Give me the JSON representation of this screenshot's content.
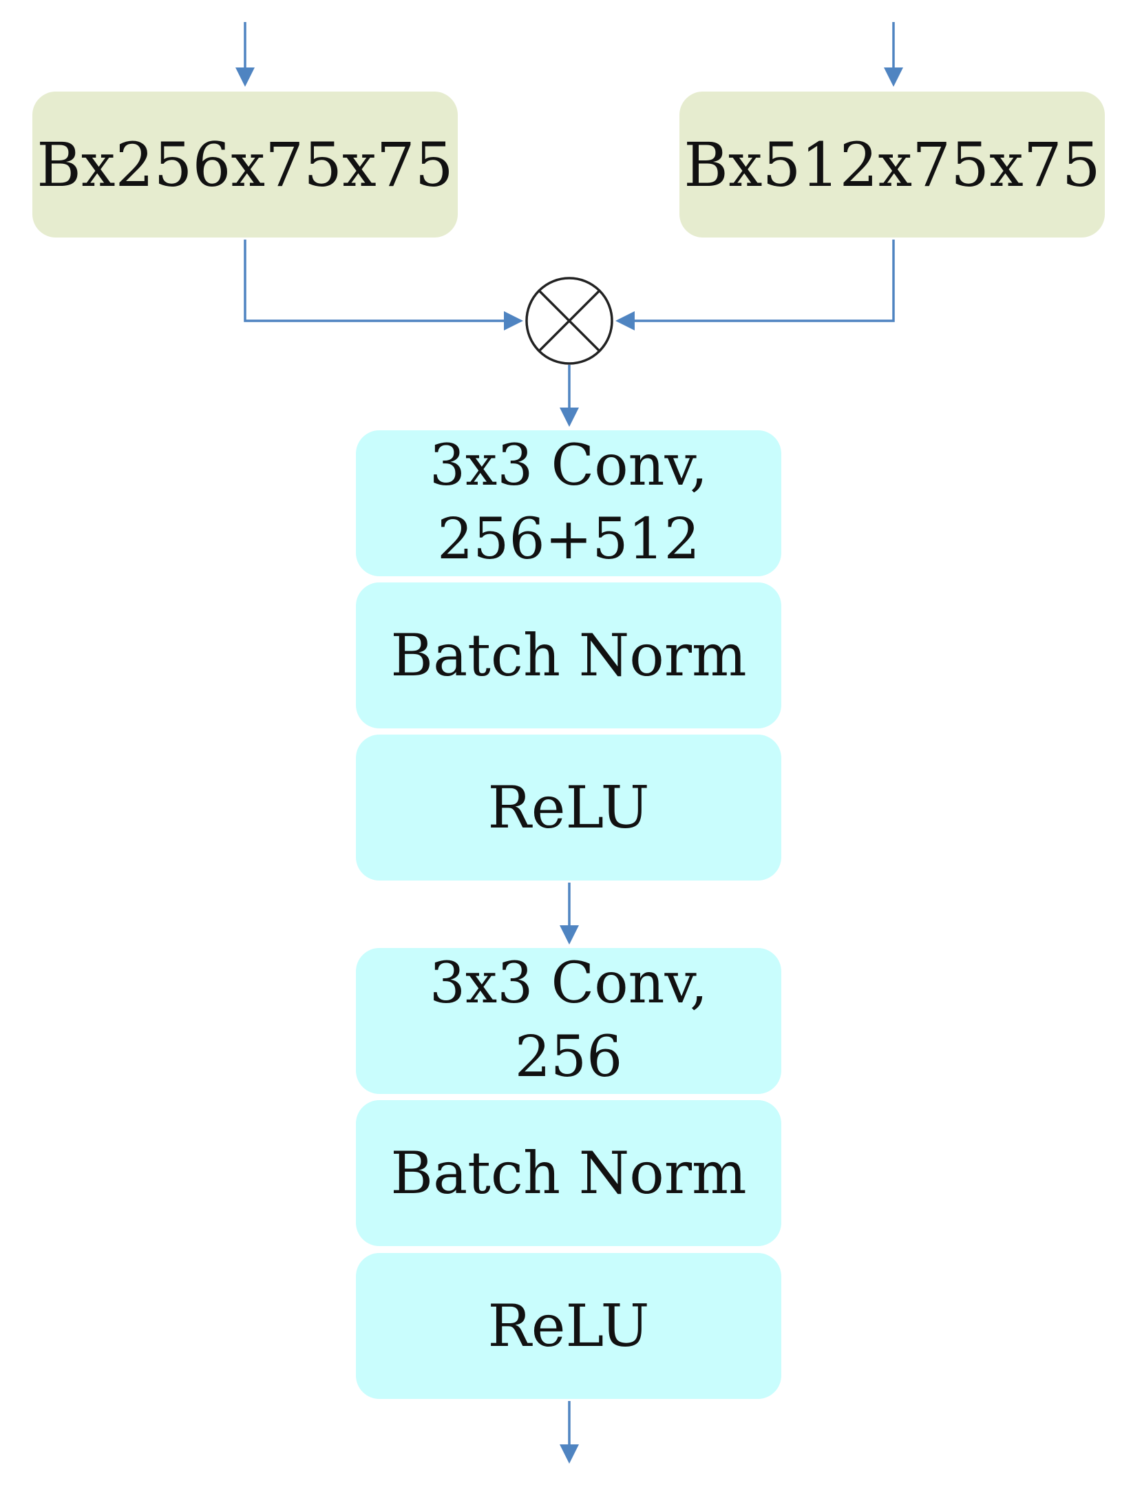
{
  "colors": {
    "tensor_fill": "#e6eccf",
    "layer_fill": "#c9fdfd",
    "arrow": "#4f84c1",
    "operator_stroke": "#222222",
    "operator_fill": "#ffffff"
  },
  "inputs": {
    "left_label": "Bx256x75x75",
    "right_label": "Bx512x75x75"
  },
  "merge": {
    "icon": "circled-times"
  },
  "block1": {
    "conv_label": "3x3 Conv,\n256+512",
    "bn_label": "Batch Norm",
    "relu_label": "ReLU"
  },
  "block2": {
    "conv_label": "3x3 Conv,\n256",
    "bn_label": "Batch Norm",
    "relu_label": "ReLU"
  }
}
